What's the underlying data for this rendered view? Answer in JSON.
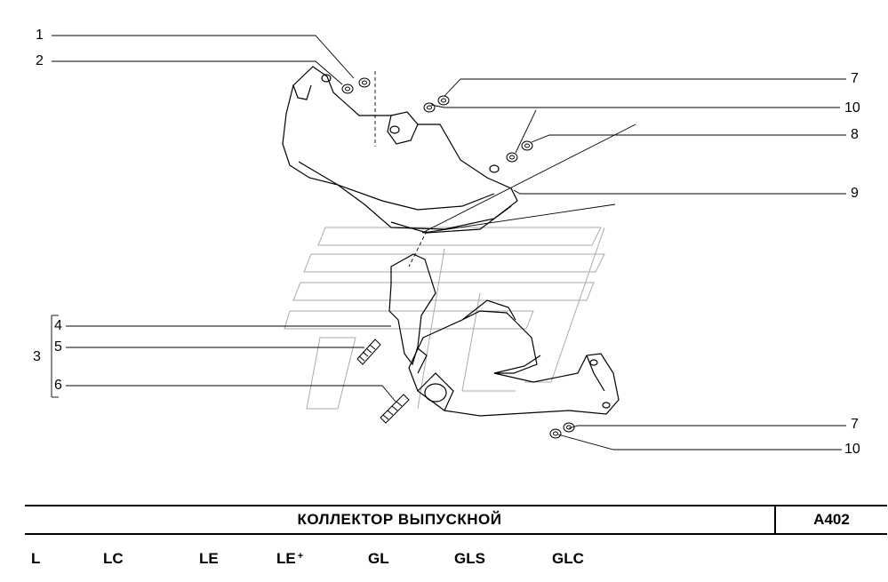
{
  "callouts": {
    "c1": "1",
    "c2": "2",
    "c3": "3",
    "c4": "4",
    "c5": "5",
    "c6": "6",
    "c7a": "7",
    "c8": "8",
    "c9": "9",
    "c10a": "10",
    "c7b": "7",
    "c10b": "10"
  },
  "title_block": {
    "title": "КОЛЛЕКТОР  ВЫПУСКНОЙ",
    "code": "A402"
  },
  "trims": [
    {
      "label": "L",
      "mark": ""
    },
    {
      "label": "LC",
      "mark": ""
    },
    {
      "label": "LE",
      "mark": ""
    },
    {
      "label": "LE",
      "mark": "+"
    },
    {
      "label": "GL",
      "mark": ""
    },
    {
      "label": "GLS",
      "mark": ""
    },
    {
      "label": "GLC",
      "mark": ""
    }
  ]
}
